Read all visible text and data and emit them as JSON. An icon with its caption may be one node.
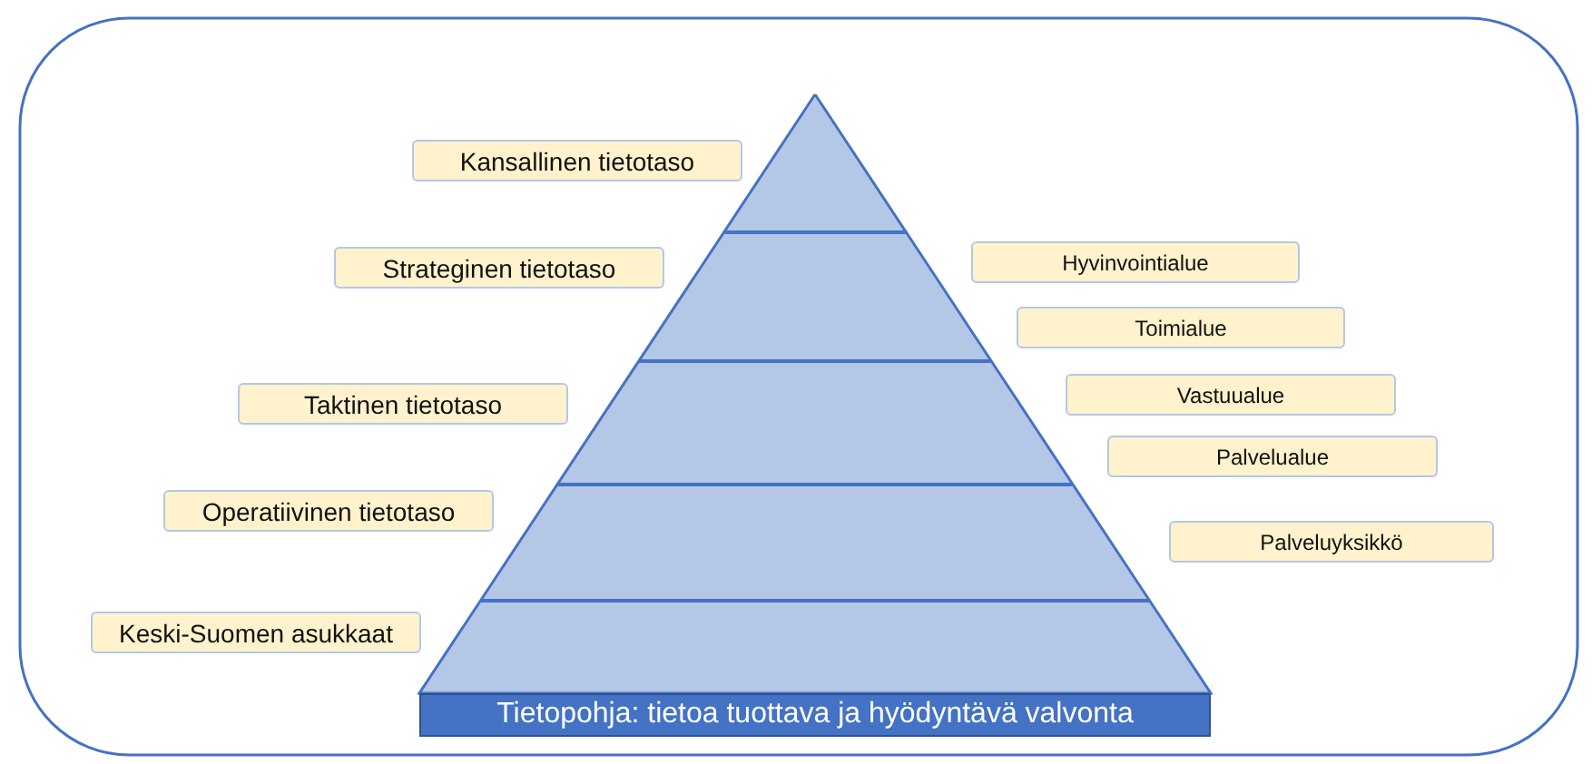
{
  "diagram": {
    "nodes": [
      {
        "text": [
          "Kansallinen tietotaso"
        ]
      },
      {
        "text": [
          "Strateginen tietotaso"
        ]
      },
      {
        "text": [
          "Taktinen tietotaso"
        ]
      },
      {
        "text": [
          "Operatiivinen tietotaso"
        ]
      },
      {
        "text": [
          "Keski-Suomen asukkaat"
        ]
      },
      {
        "text": [
          "Hyvinvointialue"
        ]
      },
      {
        "text": [
          "Toimialue"
        ]
      },
      {
        "text": [
          "Vastuualue"
        ]
      },
      {
        "text": [
          "Palvelualue"
        ]
      },
      {
        "text": [
          "Palveluyksikkö"
        ]
      },
      {
        "text": [
          "Tietopohja: tietoa tuottava ja hyödyntävä valvonta"
        ]
      }
    ],
    "edges": []
  }
}
